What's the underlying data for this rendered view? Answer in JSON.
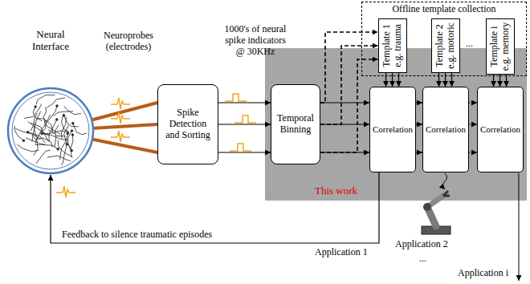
{
  "diagram": {
    "nodes": [
      {
        "text": [
          "Neural Interface"
        ]
      },
      {
        "text": [
          "Spike Detection and Sorting"
        ]
      },
      {
        "text": [
          "Offline template collection"
        ]
      },
      {
        "text": [
          "Template 1",
          "e.g. trauma"
        ],
        "in": 2
      },
      {
        "text": [
          "Template 2",
          "e.g. motoric"
        ],
        "in": 2
      },
      {
        "text": [
          "Template i",
          "e.g. memory"
        ],
        "in": 2
      },
      {
        "text": [
          "This work"
        ]
      },
      {
        "text": [
          "Temporal Binning"
        ],
        "in": 6
      },
      {
        "text": [
          "Correlation"
        ],
        "in": 6
      },
      {
        "text": [
          "Correlation"
        ],
        "in": 6
      },
      {
        "text": [
          "Correlation"
        ],
        "in": 6
      }
    ],
    "edges": [
      {
        "from": 0,
        "to": 1,
        "arrow": "none"
      },
      {
        "from": 0,
        "to": 1,
        "arrow": "none"
      },
      {
        "from": 0,
        "to": 1,
        "arrow": "none"
      },
      {
        "from": 1,
        "to": 7,
        "arrow": "to"
      },
      {
        "from": 1,
        "to": 7,
        "arrow": "to"
      },
      {
        "from": 1,
        "to": 7,
        "arrow": "to"
      },
      {
        "from": 7,
        "to": 8,
        "arrow": "to"
      },
      {
        "from": 7,
        "to": 8,
        "arrow": "to"
      },
      {
        "from": 7,
        "to": 8,
        "arrow": "to"
      },
      {
        "from": 8,
        "to": 9,
        "arrow": "to"
      },
      {
        "from": 8,
        "to": 9,
        "arrow": "to"
      },
      {
        "from": 8,
        "to": 9,
        "arrow": "to"
      },
      {
        "from": 9,
        "to": 10,
        "arrow": "to"
      },
      {
        "from": 9,
        "to": 10,
        "arrow": "to"
      },
      {
        "from": 9,
        "to": 10,
        "arrow": "to"
      },
      {
        "from": 7,
        "to": 3,
        "arrow": "to"
      },
      {
        "from": 7,
        "to": 3,
        "arrow": "to"
      },
      {
        "from": 7,
        "to": 3,
        "arrow": "to"
      },
      {
        "from": 3,
        "to": 8,
        "arrow": "to"
      },
      {
        "from": 3,
        "to": 8,
        "arrow": "to"
      },
      {
        "from": 3,
        "to": 8,
        "arrow": "to"
      },
      {
        "from": 4,
        "to": 9,
        "arrow": "to"
      },
      {
        "from": 4,
        "to": 9,
        "arrow": "to"
      },
      {
        "from": 4,
        "to": 9,
        "arrow": "to"
      },
      {
        "from": 5,
        "to": 10,
        "arrow": "to"
      },
      {
        "from": 5,
        "to": 10,
        "arrow": "to"
      },
      {
        "from": 5,
        "to": 10,
        "arrow": "to"
      },
      {
        "from": 8,
        "to": 0,
        "label": "Feedback to silence traumatic episodes",
        "arrow": "to"
      }
    ],
    "labels": [
      "Neuroprobes (electrodes)",
      "1000's of neural spike indicators @ 30KHz",
      "...",
      "Application 1",
      "Application 2",
      "...",
      "Application i"
    ]
  }
}
